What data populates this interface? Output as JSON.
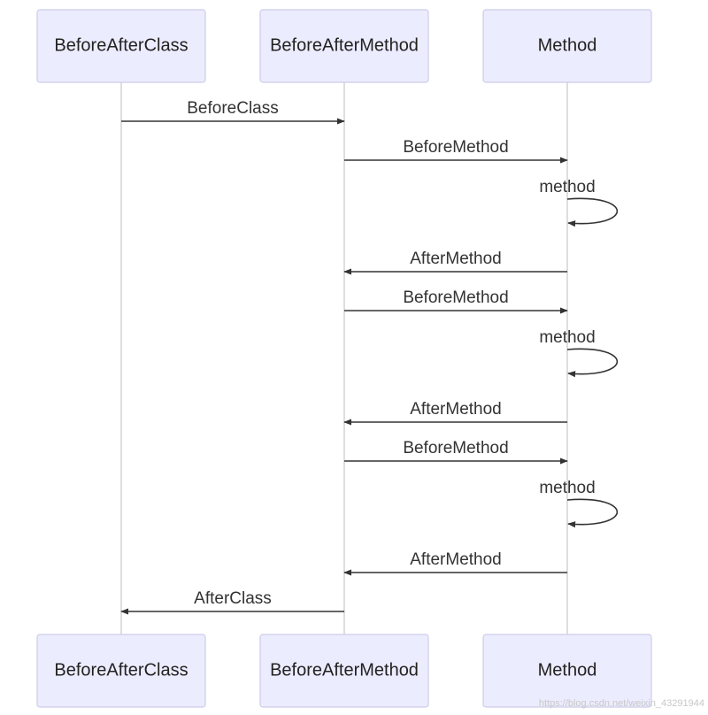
{
  "actors": [
    {
      "id": "bac",
      "label": "BeforeAfterClass"
    },
    {
      "id": "bam",
      "label": "BeforeAfterMethod"
    },
    {
      "id": "m",
      "label": "Method"
    }
  ],
  "messages": [
    {
      "from": "bac",
      "to": "bam",
      "label": "BeforeClass"
    },
    {
      "from": "bam",
      "to": "m",
      "label": "BeforeMethod"
    },
    {
      "from": "m",
      "to": "m",
      "label": "method"
    },
    {
      "from": "m",
      "to": "bam",
      "label": "AfterMethod"
    },
    {
      "from": "bam",
      "to": "m",
      "label": "BeforeMethod"
    },
    {
      "from": "m",
      "to": "m",
      "label": "method"
    },
    {
      "from": "m",
      "to": "bam",
      "label": "AfterMethod"
    },
    {
      "from": "bam",
      "to": "m",
      "label": "BeforeMethod"
    },
    {
      "from": "m",
      "to": "m",
      "label": "method"
    },
    {
      "from": "m",
      "to": "bam",
      "label": "AfterMethod"
    },
    {
      "from": "bam",
      "to": "bac",
      "label": "AfterClass"
    }
  ],
  "watermark": "https://blog.csdn.net/weixin_43291944"
}
